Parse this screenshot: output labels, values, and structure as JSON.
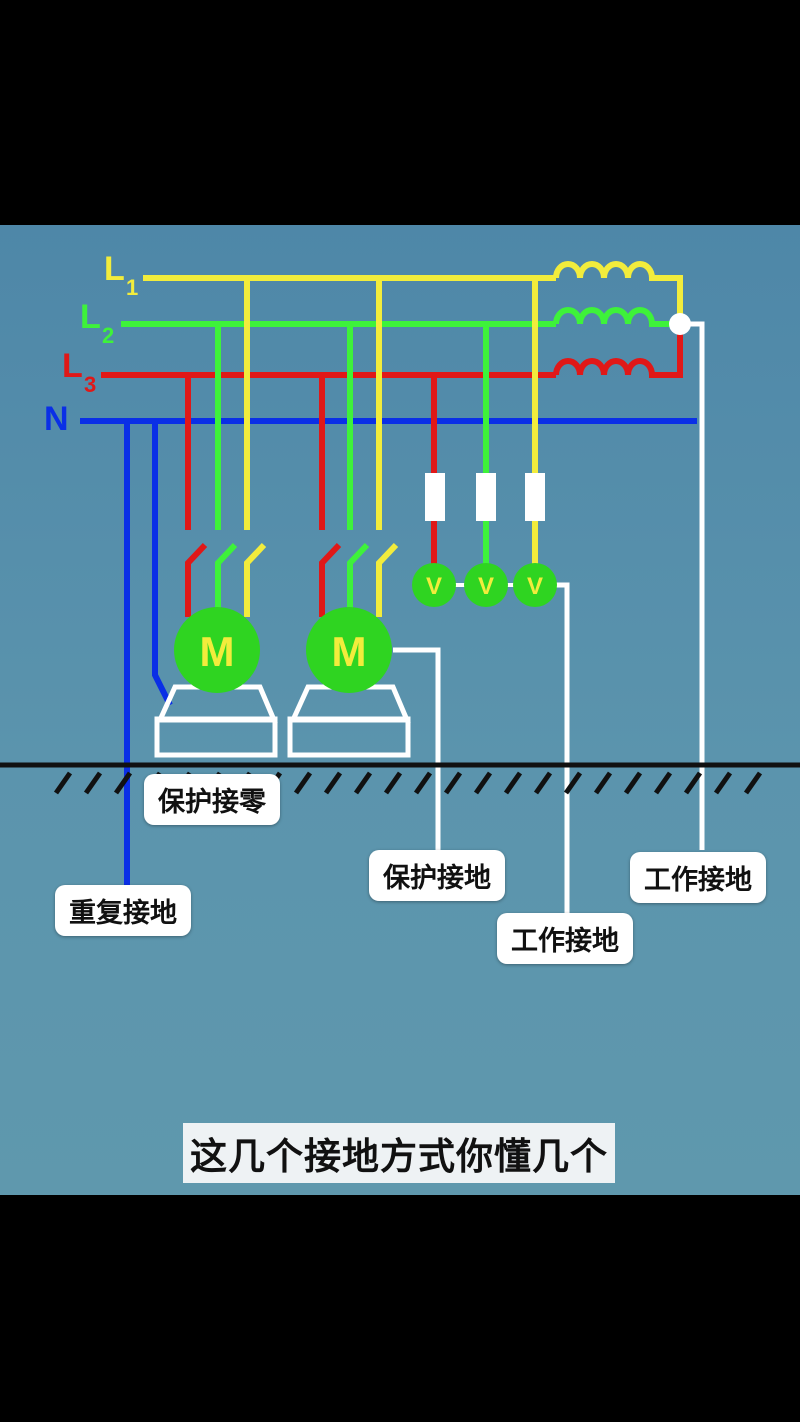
{
  "lines": {
    "l1": {
      "letter": "L",
      "sub": "1",
      "color": "#f2ec3c"
    },
    "l2": {
      "letter": "L",
      "sub": "2",
      "color": "#3ef23a"
    },
    "l3": {
      "letter": "L",
      "sub": "3",
      "color": "#e01818"
    },
    "n": {
      "letter": "N",
      "color": "#0a2fe6"
    }
  },
  "motor_label": "M",
  "voltmeter_label": "V",
  "labels": {
    "protective_neutral": "保护接零",
    "repeat_ground": "重复接地",
    "protective_ground": "保护接地",
    "work_ground_meters": "工作接地",
    "work_ground_transformer": "工作接地"
  },
  "caption": "这几个接地方式你懂几个"
}
